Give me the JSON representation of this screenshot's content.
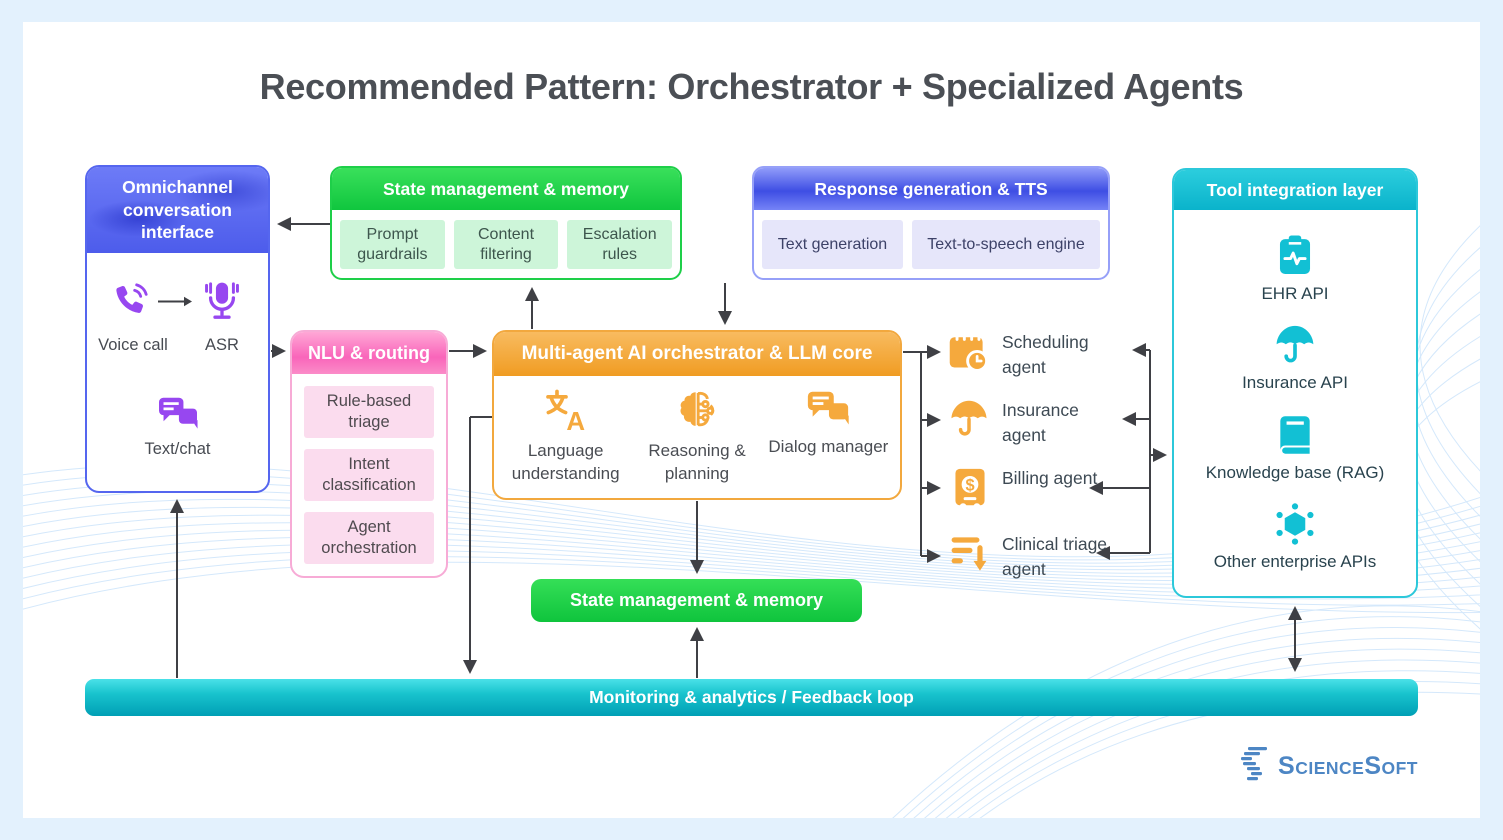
{
  "title": "Recommended Pattern: Orchestrator + Specialized Agents",
  "colors": {
    "background": "#e3f1fd",
    "blue_header": "#4d5ceb",
    "green_header": "#1ecf49",
    "pink_header": "#f965ba",
    "orange_header": "#f2a83e",
    "teal_header": "#12c0d4",
    "purple_icons": "#9747f0",
    "orange_icons": "#f5a93d",
    "teal_icons": "#12c0d4",
    "arrow": "#3f4045",
    "logo_blue": "#4d86c4"
  },
  "omnichannel": {
    "title": "Omnichannel conversation interface",
    "voice_label": "Voice call",
    "asr_label": "ASR",
    "text_label": "Text/chat"
  },
  "state_top": {
    "title": "State management & memory",
    "items": [
      "Prompt guardrails",
      "Content filtering",
      "Escalation rules"
    ]
  },
  "response": {
    "title": "Response generation & TTS",
    "items": [
      "Text generation",
      "Text-to-speech engine"
    ]
  },
  "tool": {
    "title": "Tool integration layer",
    "items": [
      {
        "icon": "ehr-clipboard-icon",
        "label": "EHR API"
      },
      {
        "icon": "umbrella-icon",
        "label": "Insurance API"
      },
      {
        "icon": "book-icon",
        "label": "Knowledge base (RAG)"
      },
      {
        "icon": "molecule-icon",
        "label": "Other enterprise APIs"
      }
    ]
  },
  "nlu": {
    "title": "NLU & routing",
    "items": [
      "Rule-based triage",
      "Intent classification",
      "Agent orchestration"
    ]
  },
  "orchestrator": {
    "title": "Multi-agent AI orchestrator & LLM core",
    "items": [
      {
        "icon": "translate-icon",
        "label": "Language understanding"
      },
      {
        "icon": "brain-circuit-icon",
        "label": "Reasoning & planning"
      },
      {
        "icon": "dialog-bubbles-icon",
        "label": "Dialog manager"
      }
    ]
  },
  "agents": [
    {
      "icon": "calendar-clock-icon",
      "label": "Scheduling agent"
    },
    {
      "icon": "umbrella-icon",
      "label": "Insurance agent"
    },
    {
      "icon": "billing-receipt-icon",
      "label": "Billing agent"
    },
    {
      "icon": "triage-list-icon",
      "label": "Clinical triage agent"
    }
  ],
  "state_bottom": {
    "title": "State management & memory"
  },
  "monitoring": {
    "title": "Monitoring & analytics / Feedback loop"
  },
  "logo": {
    "name": "ScienceSoft",
    "parts": [
      "S",
      "CIENCE",
      "S",
      "OFT"
    ]
  }
}
